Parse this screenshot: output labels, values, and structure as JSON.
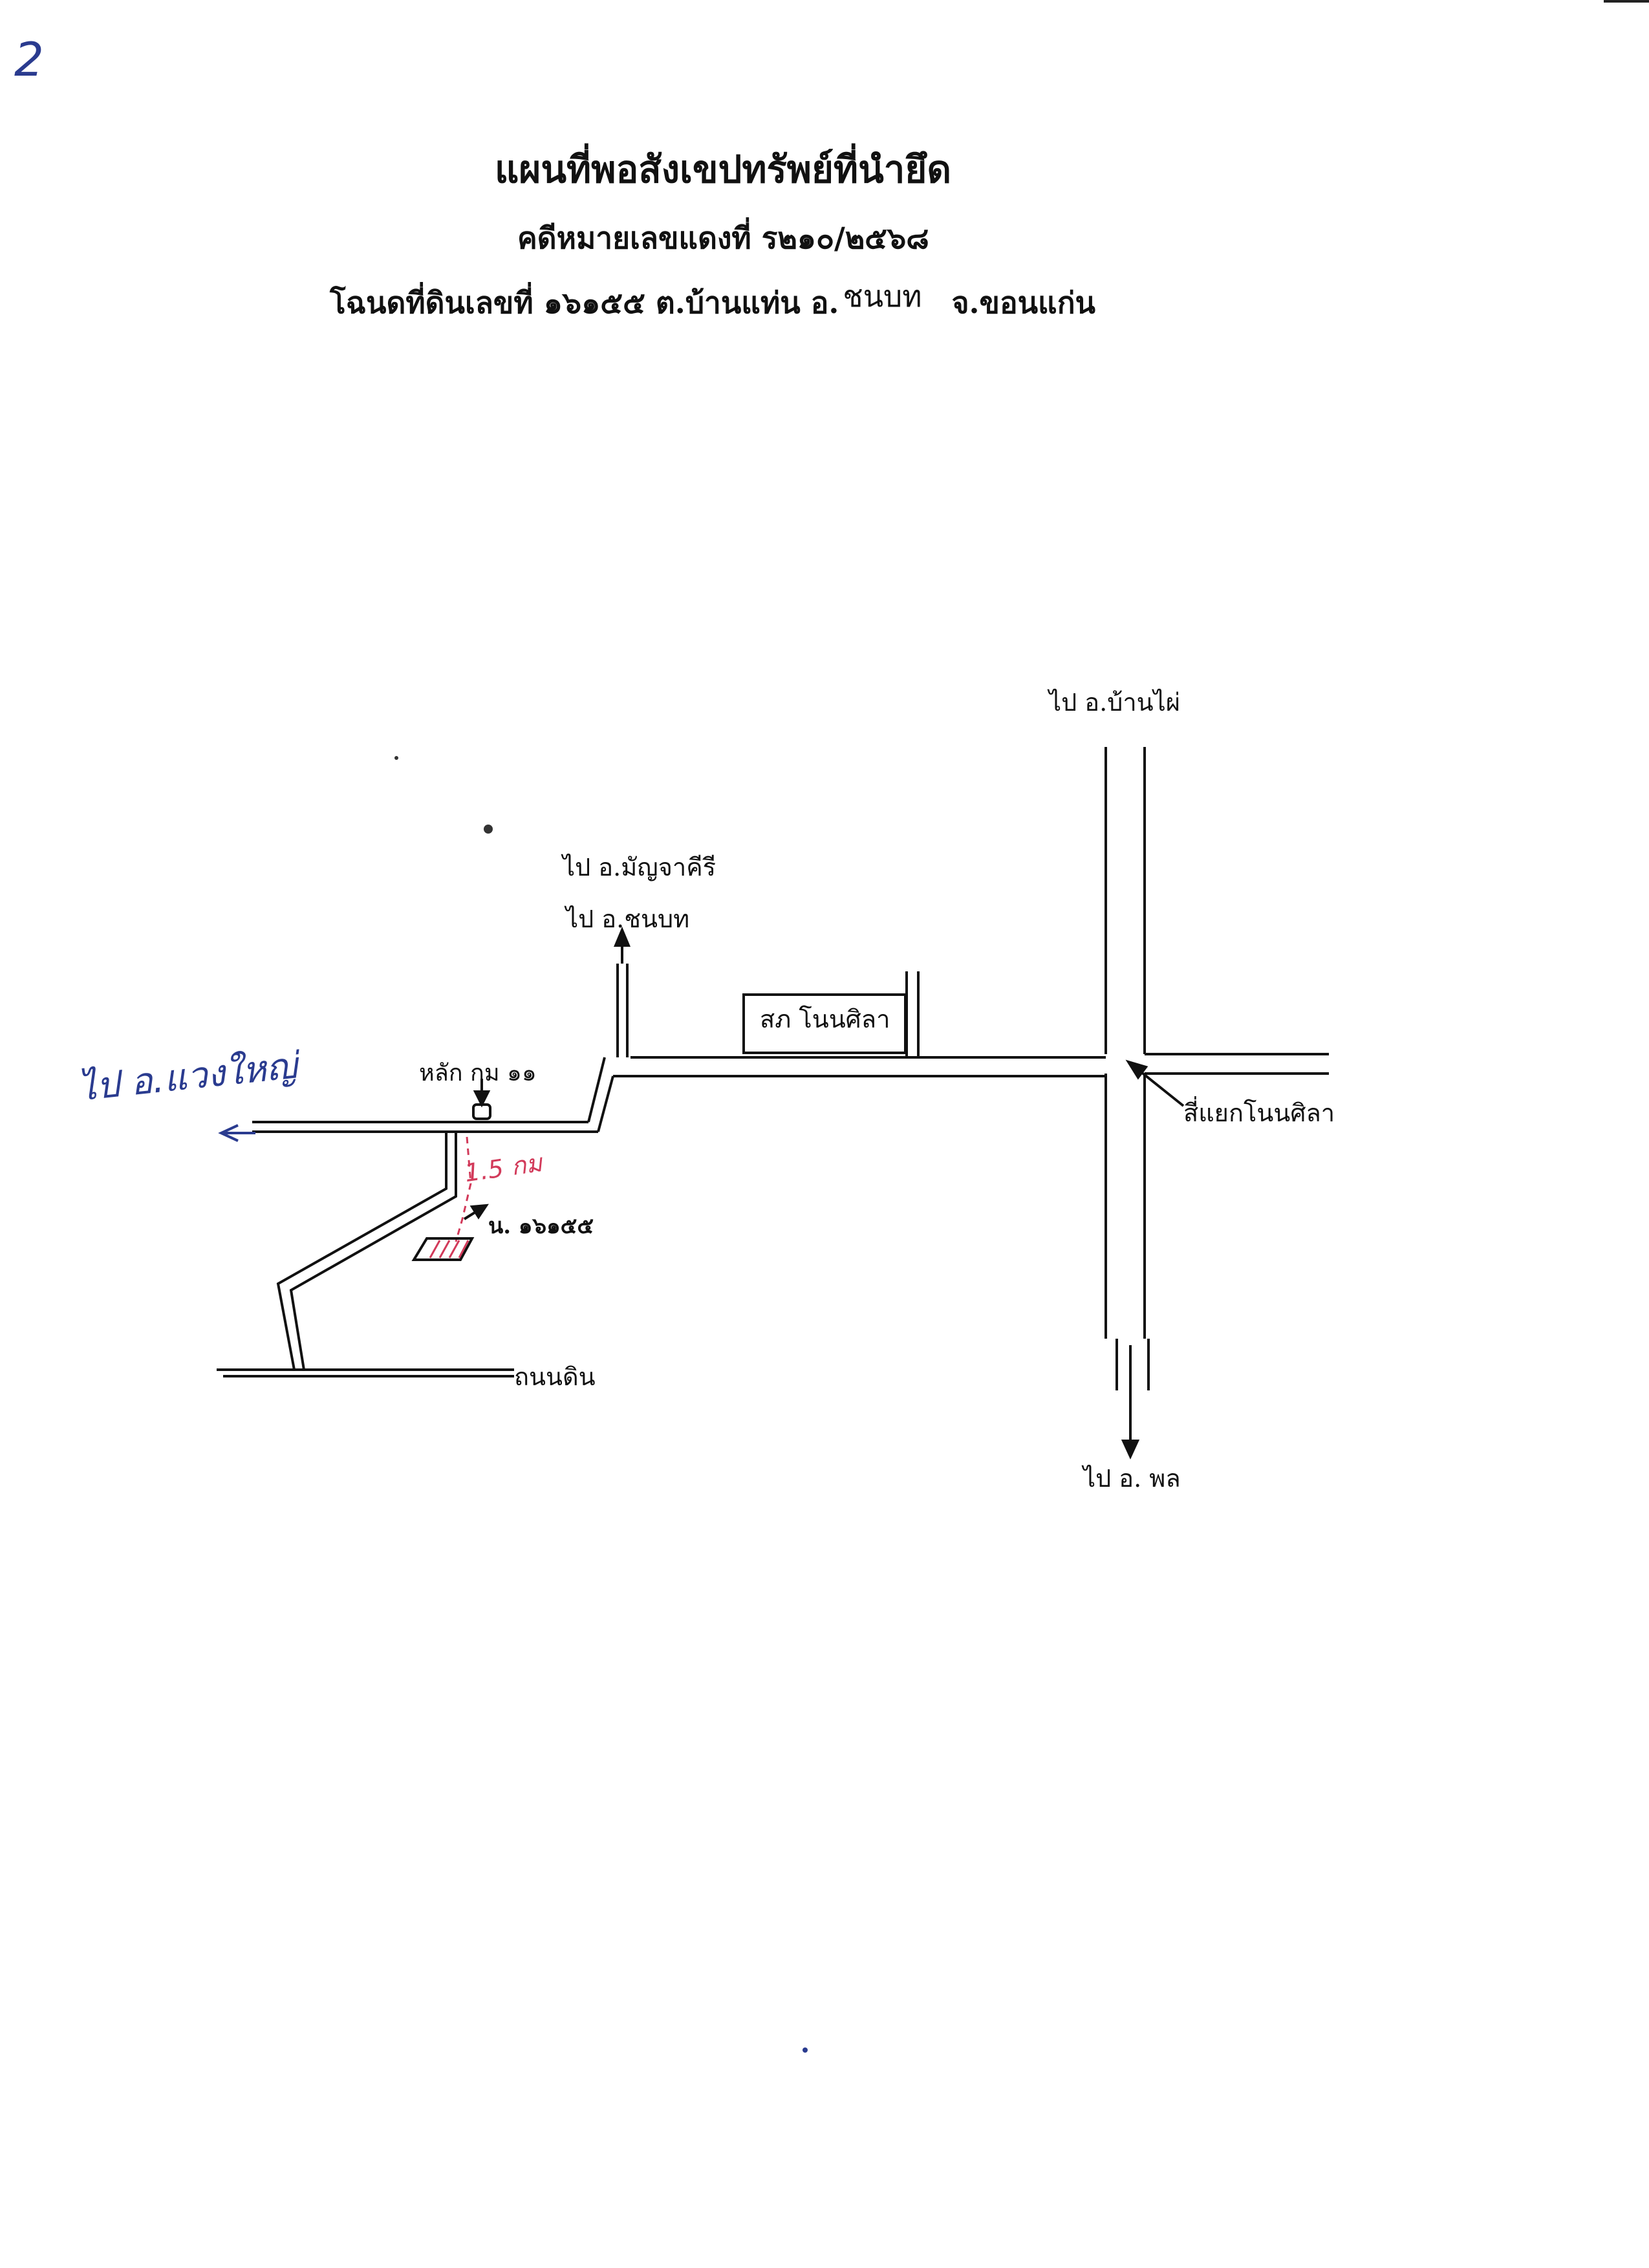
{
  "page_number": "2",
  "header": {
    "title": "แผนที่พอสังเขปทรัพย์ที่นำยึด",
    "case_line": "คดีหมายเลขแดงที่ ร๒๑๐/๒๕๖๘",
    "deed_prefix": "โฉนดที่ดินเลขที่ ๑๖๑๕๕ ต.บ้านแท่น อ.",
    "deed_district": "ชนบท",
    "deed_suffix": "จ.ขอนแก่น"
  },
  "map": {
    "to_ban_phai": "ไป อ.บ้านไผ่",
    "to_manchakhiri": "ไป  อ.มัญจาคีรี",
    "to_chonnabot": "ไป  อ.ชนบท",
    "cooperative_box": "สภ  โนนศิลา",
    "km_marker": "หลัก กม ๑๑",
    "to_waeng_yai_handwritten": "ไป อ.แวงใหญ่",
    "distance_handwritten": "1.5 กม",
    "parcel_label": "น. ๑๖๑๕๕",
    "intersection": "สี่แยกโนนศิลา",
    "dirt_road": "ถนนดิน",
    "to_phon": "ไป อ. พล"
  },
  "colors": {
    "ink": "#111111",
    "pen_blue": "#2a3b8f",
    "pen_red": "#d23a5a"
  }
}
